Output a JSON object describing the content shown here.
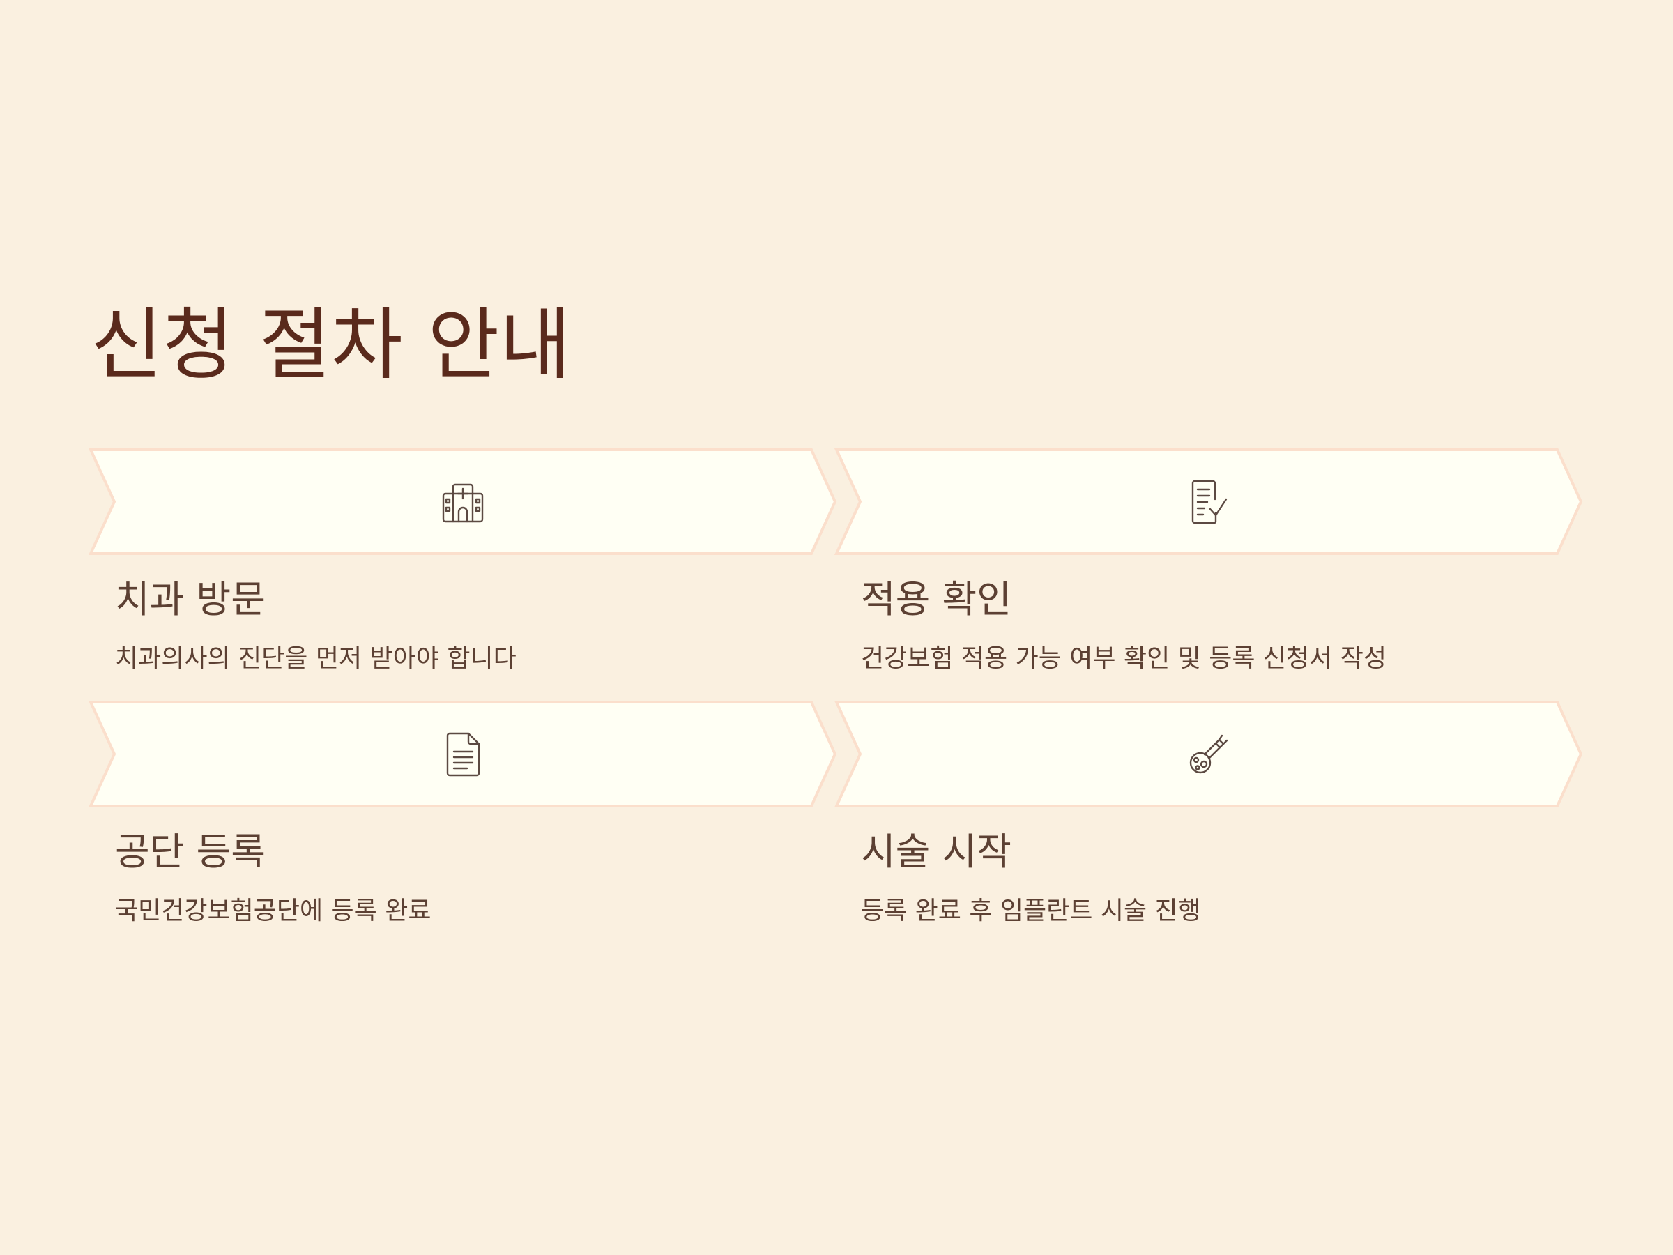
{
  "title": "신청 절차 안내",
  "colors": {
    "background": "#faf0e0",
    "arrow_fill": "#fffff4",
    "arrow_border": "#fbdfcc",
    "title_text": "#5a2a1c",
    "body_text": "#5c4033",
    "icon_stroke": "#5c4a42"
  },
  "steps": [
    {
      "title": "치과 방문",
      "description": "치과의사의 진단을 먼저 받아야 합니다",
      "icon": "hospital-icon"
    },
    {
      "title": "적용 확인",
      "description": "건강보험 적용 가능 여부 확인 및 등록 신청서 작성",
      "icon": "document-check-icon"
    },
    {
      "title": "공단 등록",
      "description": "국민건강보험공단에 등록 완료",
      "icon": "document-icon"
    },
    {
      "title": "시술 시작",
      "description": "등록 완료 후 임플란트 시술 진행",
      "icon": "dental-tool-icon"
    }
  ]
}
